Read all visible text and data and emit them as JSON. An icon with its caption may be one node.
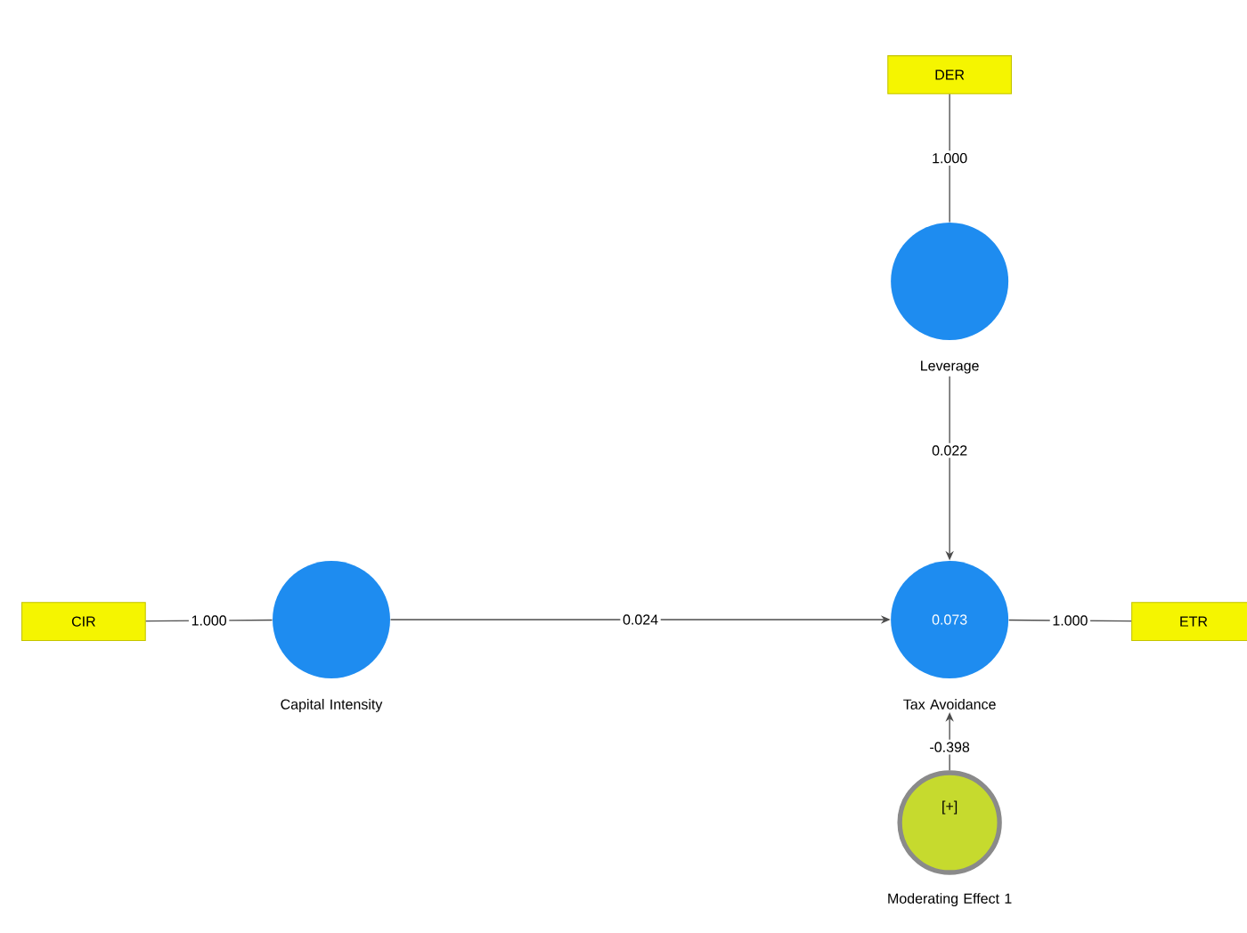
{
  "diagram": {
    "nodes": [
      {
        "text": [
          "DER"
        ]
      },
      {
        "text": [
          "Leverage"
        ]
      },
      {
        "text": [
          "CIR"
        ]
      },
      {
        "text": [
          "Capital Intensity"
        ]
      },
      {
        "text": [
          "0.073",
          "Tax Avoidance"
        ]
      },
      {
        "text": [
          "ETR"
        ]
      },
      {
        "text": [
          "[+]",
          "Moderating Effect 1"
        ]
      }
    ],
    "edges": [
      {
        "from": 0,
        "to": 1,
        "arrow": "none",
        "label": "1.000"
      },
      {
        "from": 1,
        "to": 4,
        "arrow": "to",
        "label": "0.022"
      },
      {
        "from": 2,
        "to": 3,
        "arrow": "none",
        "label": "1.000"
      },
      {
        "from": 3,
        "to": 4,
        "arrow": "to",
        "label": "0.024"
      },
      {
        "from": 4,
        "to": 5,
        "arrow": "none",
        "label": "1.000"
      },
      {
        "from": 6,
        "to": 4,
        "arrow": "to",
        "label": "-0.398"
      }
    ]
  }
}
